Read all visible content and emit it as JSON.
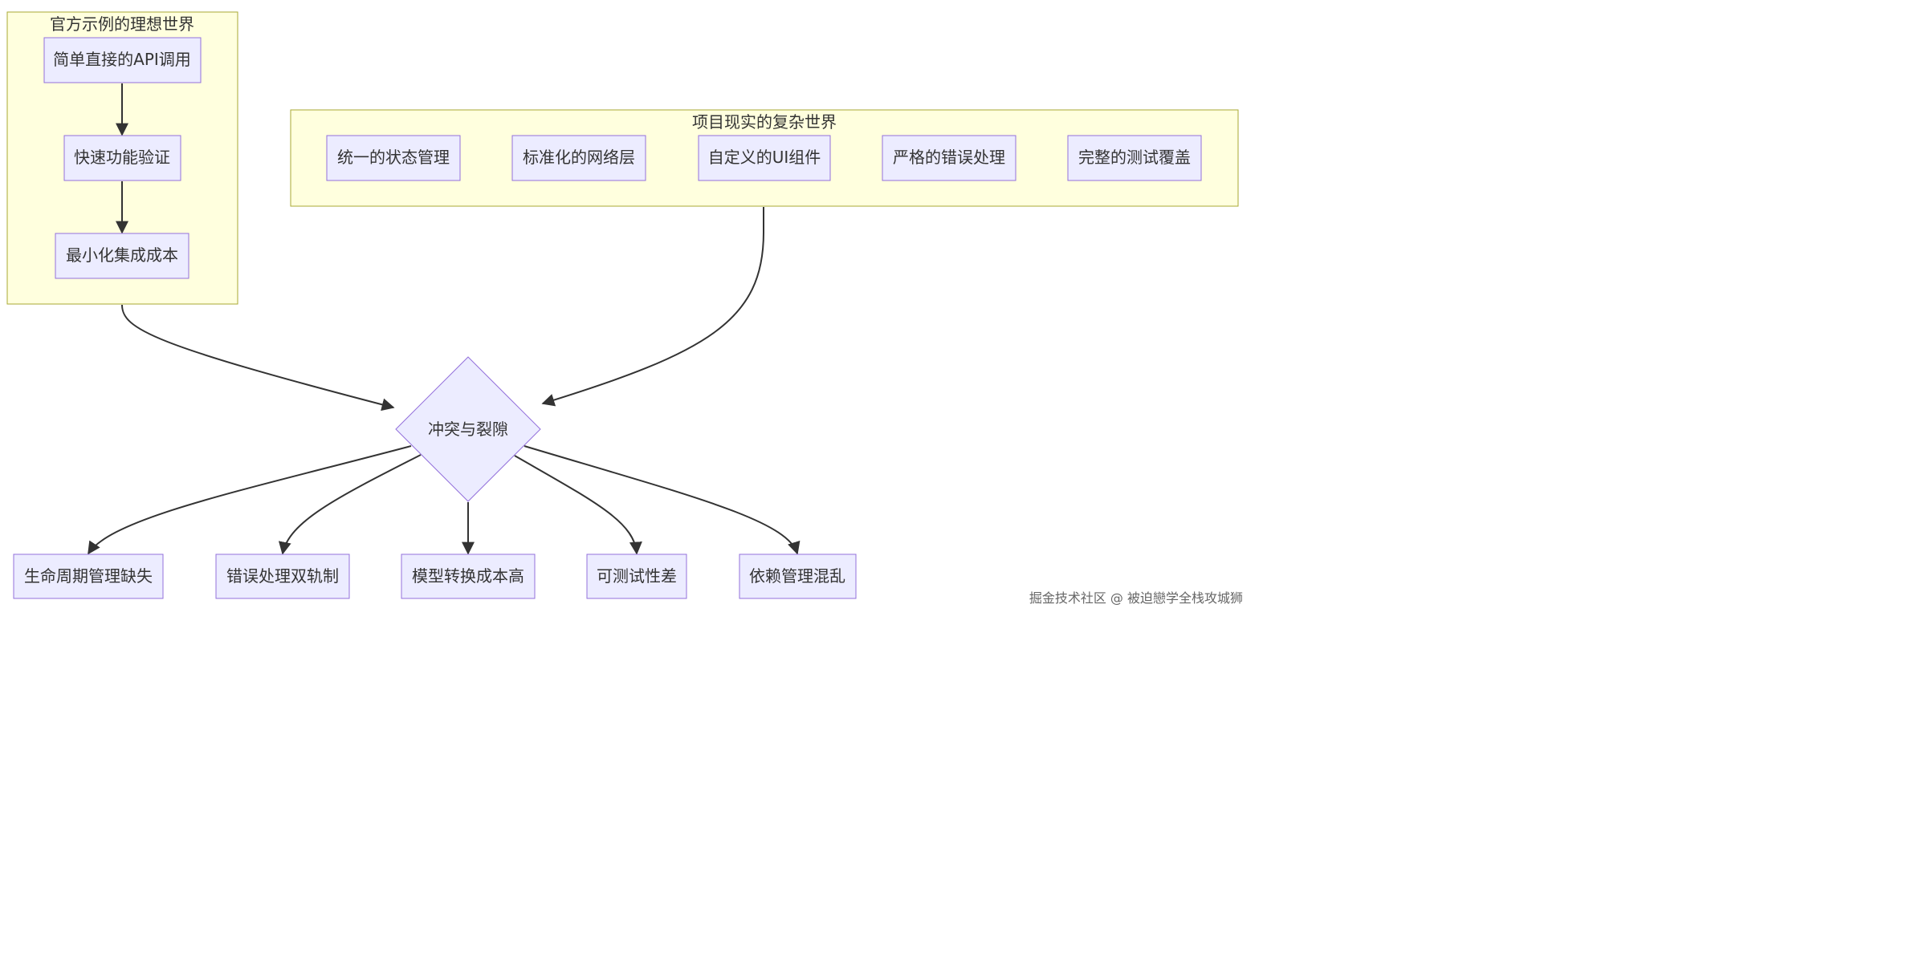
{
  "clusters": {
    "ideal": {
      "title": "官方示例的理想世界"
    },
    "reality": {
      "title": "项目现实的复杂世界"
    }
  },
  "nodes": {
    "simple_api": "简单直接的API调用",
    "quick_verify": "快速功能验证",
    "min_integration": "最小化集成成本",
    "state_mgmt": "统一的状态管理",
    "network_layer": "标准化的网络层",
    "custom_ui": "自定义的UI组件",
    "error_handling": "严格的错误处理",
    "test_coverage": "完整的测试覆盖",
    "conflict": "冲突与裂隙",
    "lifecycle": "生命周期管理缺失",
    "dual_error": "错误处理双轨制",
    "model_convert": "模型转换成本高",
    "testability": "可测试性差",
    "dependency": "依赖管理混乱"
  },
  "watermark": "掘金技术社区 @ 被迫戀学全栈攻城狮"
}
